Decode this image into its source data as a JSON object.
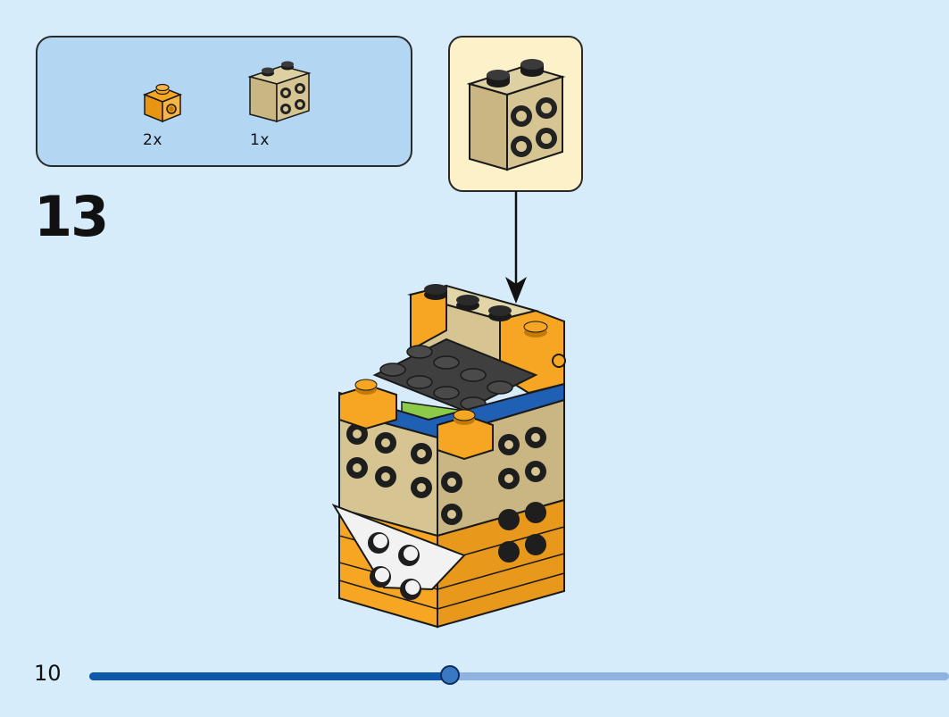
{
  "parts_list": {
    "items": [
      {
        "name": "orange-1x1-brick-with-stud",
        "quantity": "2x",
        "color": "#f6a623"
      },
      {
        "name": "tan-1x2x2-brick-with-studs",
        "quantity": "1x",
        "color": "#d6c592"
      }
    ]
  },
  "step": {
    "number": "13"
  },
  "page": {
    "number": "10"
  },
  "progress": {
    "fraction": 0.42
  },
  "colors": {
    "background": "#d6ecfb",
    "parts_box": "#b3d6f3",
    "callout": "#fcf1c9",
    "orange": "#f6a623",
    "tan": "#d6c592",
    "blue": "#1f5fb4",
    "dark_gray": "#3a3a3a",
    "progress_fill": "#0d58a8",
    "progress_track": "#8fb2de"
  }
}
